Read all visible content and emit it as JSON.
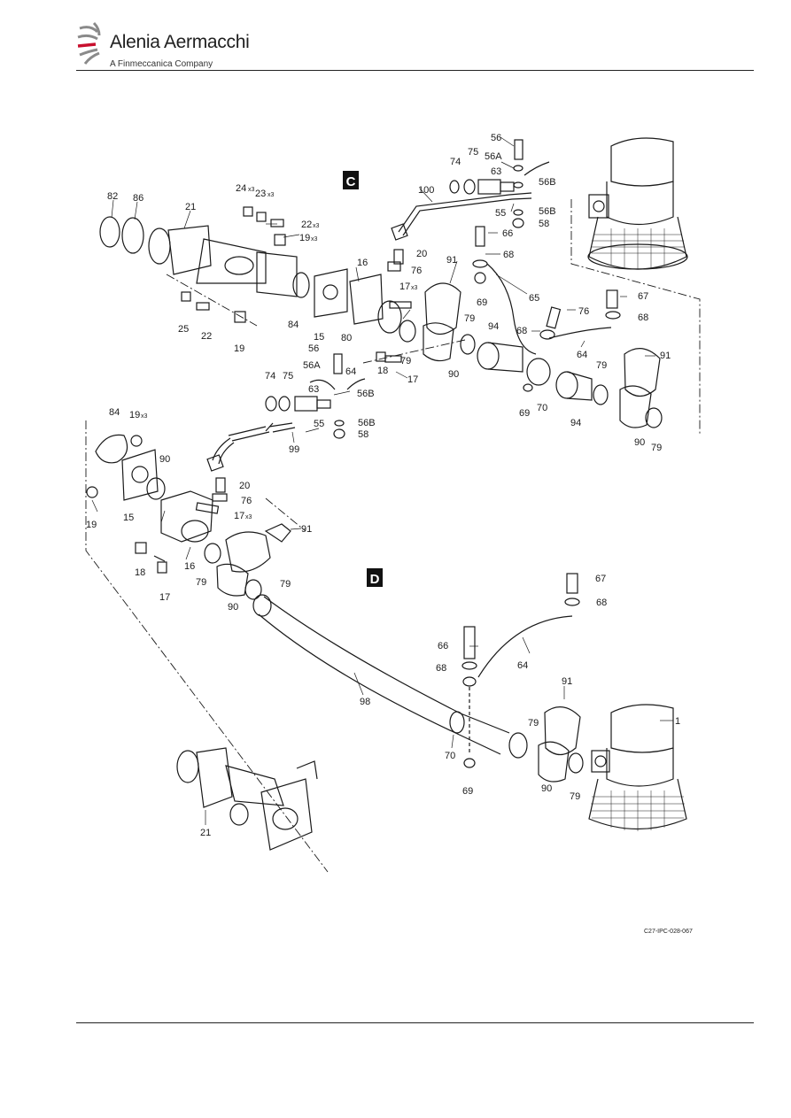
{
  "header": {
    "brand": "Alenia Aermacchi",
    "tagline": "A Finmeccanica Company"
  },
  "figure": {
    "code": "C27-IPC-028-067",
    "view_labels": [
      "C",
      "D"
    ],
    "callouts": {
      "c82": "82",
      "c86": "86",
      "c21a": "21",
      "c24": "24",
      "c24x": "x3",
      "c23": "23",
      "c23x": "x3",
      "c22a": "22",
      "c22ax": "x3",
      "c19a": "19",
      "c19ax": "x3",
      "c25": "25",
      "c22b": "22",
      "c19b": "19",
      "c84a": "84",
      "c15a": "15",
      "c16a": "16",
      "c80": "80",
      "c17a": "17",
      "c17ax": "x3",
      "c79a": "79",
      "c18a": "18",
      "c17b": "17",
      "c100": "100",
      "c74a": "74",
      "c75a": "75",
      "c56a": "56",
      "c56Aa": "56A",
      "c63a": "63",
      "c56Ba": "56B",
      "c55a": "55",
      "c56Bb": "56B",
      "c58a": "58",
      "c20a": "20",
      "c76a": "76",
      "c66a": "66",
      "c68a": "68",
      "c91a": "91",
      "c69a": "69",
      "c65": "65",
      "c67a": "67",
      "c76b": "76",
      "c68b": "68",
      "c68c": "68",
      "c79b": "79",
      "c94a": "94",
      "c64a": "64",
      "c90a": "90",
      "c70a": "70",
      "c69b": "69",
      "c79c": "79",
      "c91b": "91",
      "c94b": "94",
      "c90b": "90",
      "c79d": "79",
      "c56b": "56",
      "c56Ab": "56A",
      "c64b": "64",
      "c74b": "74",
      "c75b": "75",
      "c63b": "63",
      "c56Bc": "56B",
      "c55b": "55",
      "c56Bd": "56B",
      "c58b": "58",
      "c99": "99",
      "c84b": "84",
      "c19c": "19",
      "c19cx": "x3",
      "c90c": "90",
      "c19d": "19",
      "c15b": "15",
      "c20b": "20",
      "c76c": "76",
      "c17c": "17",
      "c17cx": "x3",
      "c91c": "91",
      "c16b": "16",
      "c18b": "18",
      "c17d": "17",
      "c79e": "79",
      "c79f": "79",
      "c90d": "90",
      "c67b": "67",
      "c68d": "68",
      "c66b": "66",
      "c68e": "68",
      "c64c": "64",
      "c98": "98",
      "c91d": "91",
      "c79g": "79",
      "c1": "1",
      "c70b": "70",
      "c69c": "69",
      "c90e": "90",
      "c79h": "79",
      "c21b": "21"
    }
  },
  "colors": {
    "ink": "#1a1a1a",
    "logo_grey": "#8a8a8a",
    "logo_red": "#c8102e"
  }
}
